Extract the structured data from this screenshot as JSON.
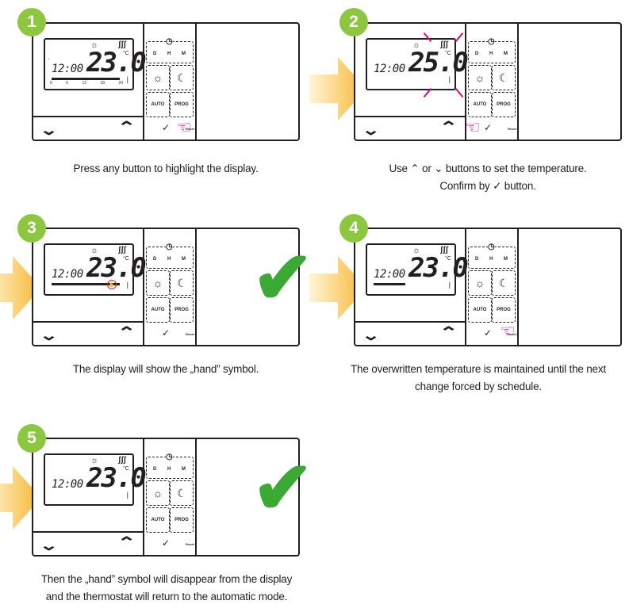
{
  "steps": [
    {
      "number": "1",
      "time": "12:00",
      "temp": "23.0",
      "caption_lines": [
        "Press any button to highlight the display."
      ]
    },
    {
      "number": "2",
      "time": "12:00",
      "temp": "25.0",
      "caption_lines": [
        "Use ⌃ or ⌄ buttons to set the temperature.",
        "Confirm by ✓ button."
      ]
    },
    {
      "number": "3",
      "time": "12:00",
      "temp": "23.0",
      "caption_lines": [
        "The display will show the „hand” symbol."
      ]
    },
    {
      "number": "4",
      "time": "12:00",
      "temp": "23.0",
      "caption_lines": [
        "The overwritten temperature is maintained until the next",
        "change forced by schedule."
      ]
    },
    {
      "number": "5",
      "time": "12:00",
      "temp": "23.0",
      "caption_lines": [
        "Then the „hand” symbol will disappear from the display",
        "and the thermostat will return to the automatic mode."
      ]
    }
  ],
  "device": {
    "unit": "°C",
    "scale": [
      "0",
      "6",
      "12",
      "18",
      "24"
    ],
    "key_d": "D",
    "key_h": "H",
    "key_m": "M",
    "auto": "AUTO",
    "prog": "PROG",
    "reset": "Reset"
  },
  "colors": {
    "badge": "#8dc63f",
    "check": "#3aaa35",
    "highlight": "#e6007e",
    "arrow": "#f7b731"
  }
}
